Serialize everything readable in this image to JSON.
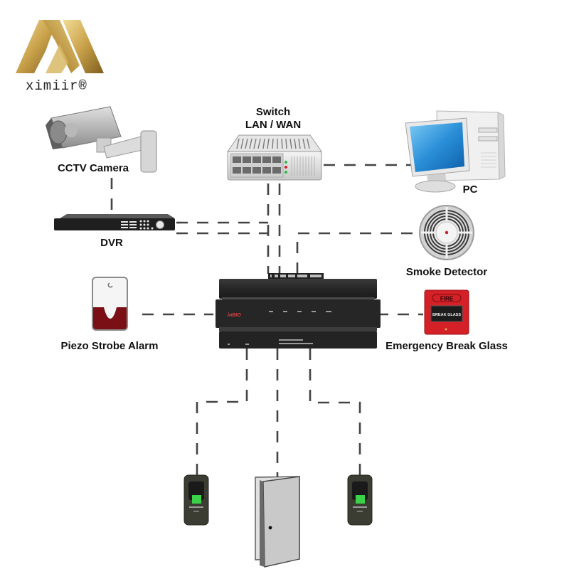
{
  "brand": {
    "logo_text": "ximiir®",
    "colors": {
      "gold_light": "#e6c77a",
      "gold_mid": "#c9a14a",
      "gold_dark": "#8a6a23"
    }
  },
  "devices": {
    "switch": {
      "label_line1": "Switch",
      "label_line2": "LAN / WAN",
      "icon": "network-switch-icon"
    },
    "cctv": {
      "label": "CCTV Camera",
      "icon": "cctv-camera-icon"
    },
    "pc": {
      "label": "PC",
      "icon": "desktop-computer-icon"
    },
    "dvr": {
      "label": "DVR",
      "icon": "dvr-recorder-icon"
    },
    "smoke": {
      "label": "Smoke Detector",
      "icon": "smoke-detector-icon"
    },
    "piezo": {
      "label": "Piezo Strobe Alarm",
      "icon": "strobe-alarm-icon"
    },
    "break_glass": {
      "label": "Emergency Break Glass",
      "icon": "break-glass-icon",
      "top_text": "FIRE",
      "panel_text": "BREAK GLASS"
    },
    "controller": {
      "icon": "access-controller-icon",
      "brand_text": "inBIO"
    },
    "reader_left": {
      "icon": "fingerprint-reader-icon"
    },
    "door": {
      "icon": "door-icon"
    },
    "reader_right": {
      "icon": "fingerprint-reader-icon"
    }
  },
  "colors": {
    "connector": "#444444",
    "controller_body": "#2b2b2b",
    "alarm_red": "#7a1016",
    "fire_red": "#d42027",
    "reader_green": "#3bd24a",
    "screen_blue": "#2a8fd8"
  }
}
